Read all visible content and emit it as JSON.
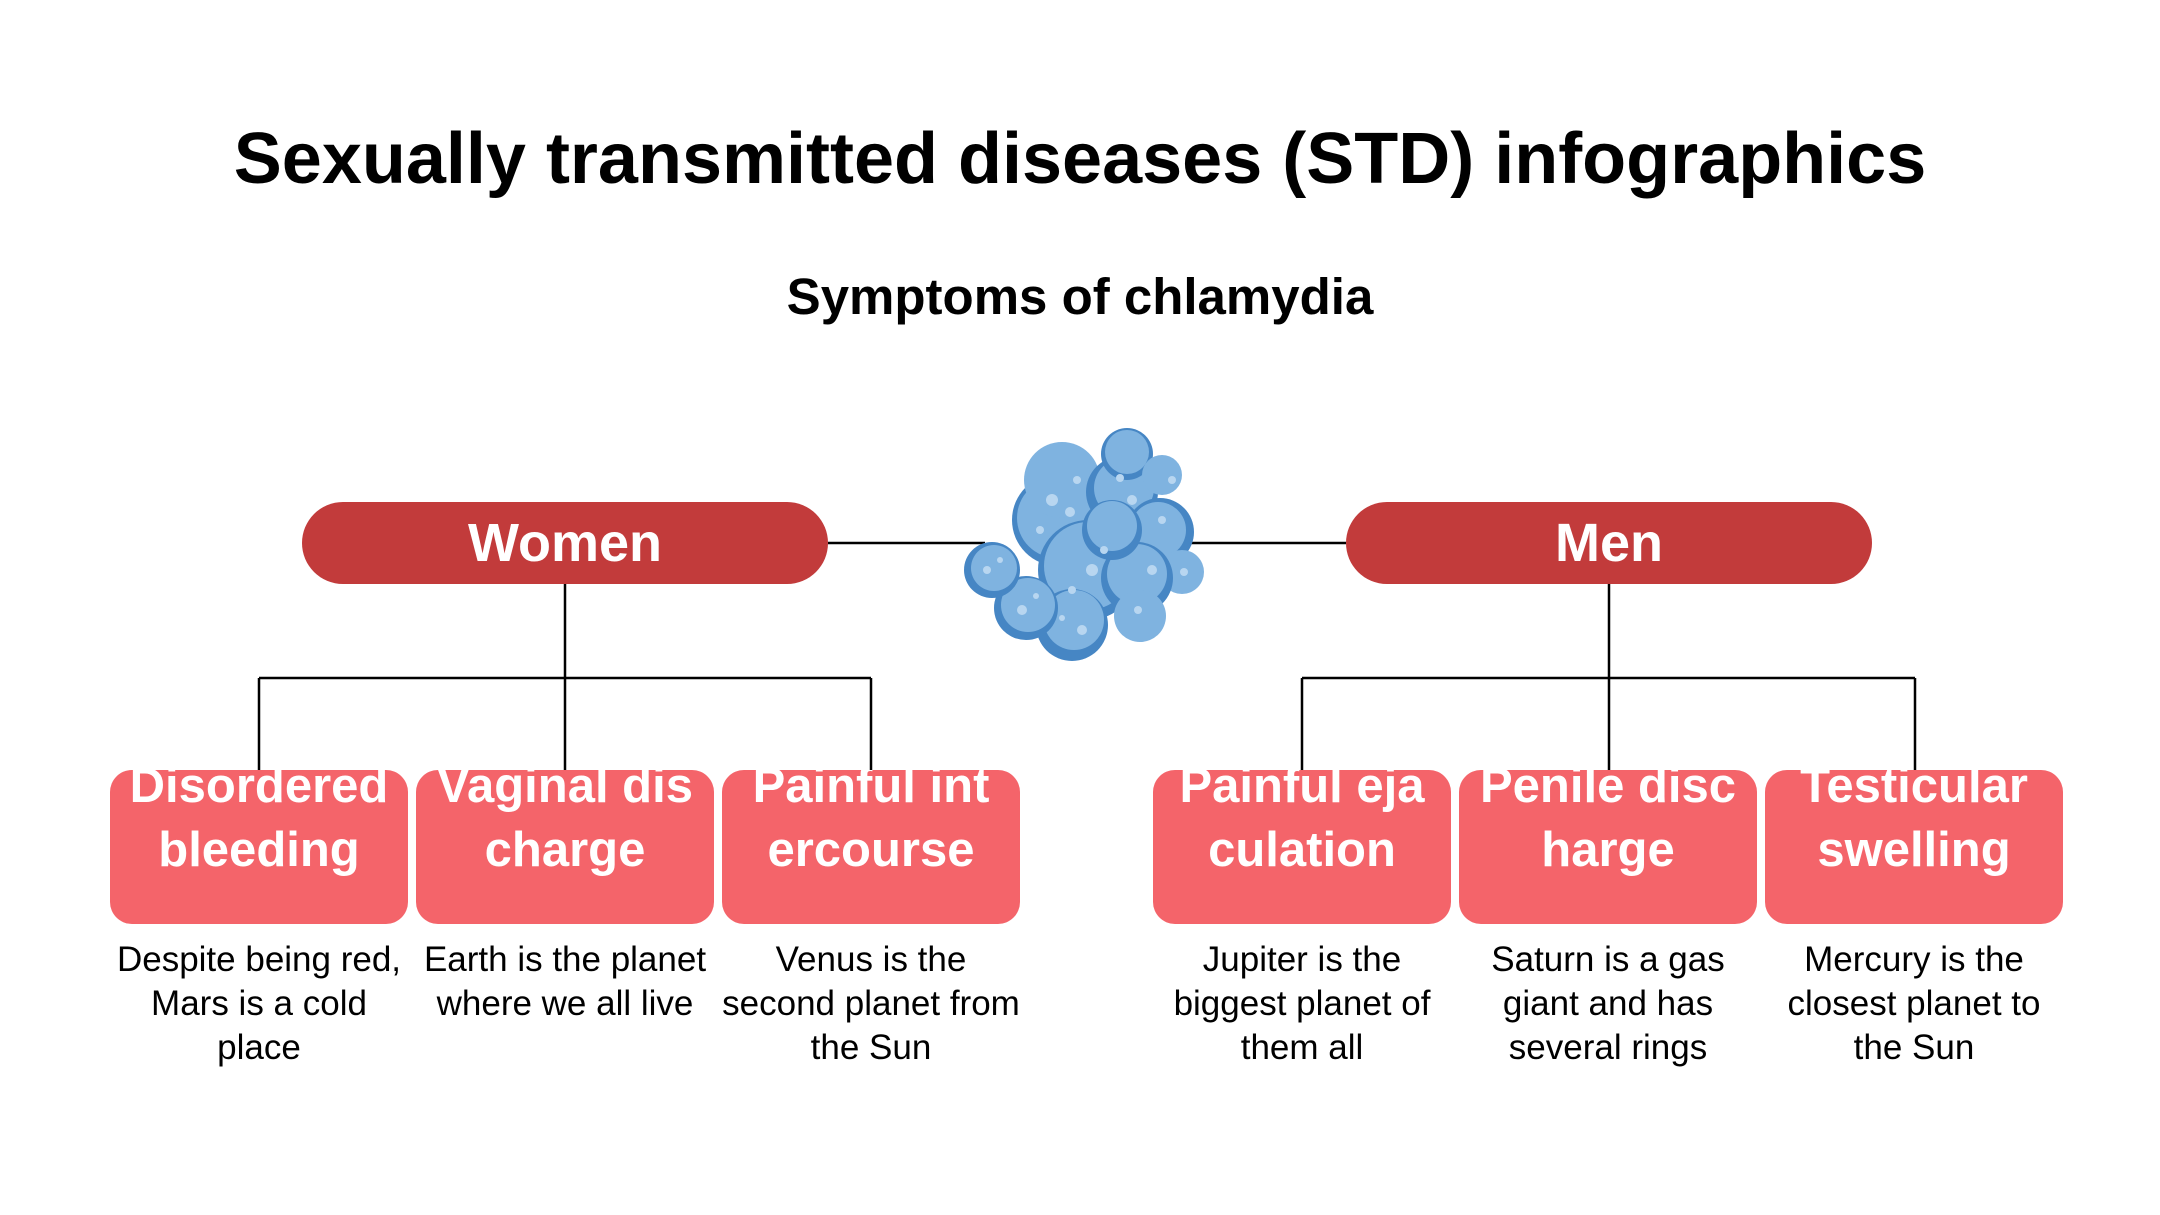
{
  "title": "Sexually transmitted diseases (STD) infographics",
  "subtitle": "Symptoms of chlamydia",
  "colors": {
    "pill": "#c23b3b",
    "card": "#f4646a",
    "germ_light": "#7fb3e0",
    "germ_dark": "#4686c4",
    "line": "#000000"
  },
  "groups": {
    "women": {
      "label": "Women",
      "symptoms": [
        {
          "title": "Disordered bleeding",
          "description": "Despite being red, Mars is a cold place"
        },
        {
          "title": "Vaginal discharge",
          "description": "Earth is the planet where we all live"
        },
        {
          "title": "Painful intercourse",
          "description": "Venus is the second planet from the Sun"
        }
      ]
    },
    "men": {
      "label": "Men",
      "symptoms": [
        {
          "title": "Painful ejaculation",
          "description": "Jupiter is the biggest planet of them all"
        },
        {
          "title": "Penile discharge",
          "description": "Saturn is a gas giant and has several rings"
        },
        {
          "title": "Testicular swelling",
          "description": "Mercury is the closest planet to the Sun"
        }
      ]
    }
  },
  "icons": {
    "center": "bacteria-icon"
  }
}
